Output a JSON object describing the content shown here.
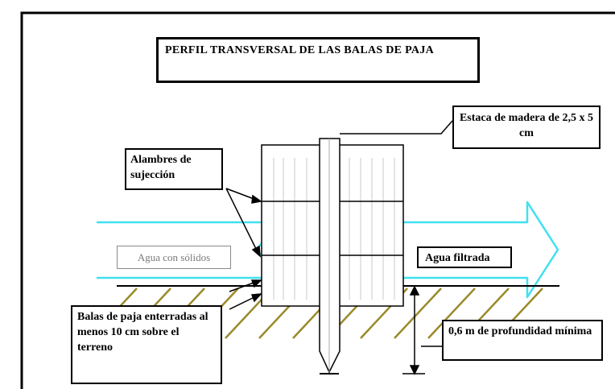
{
  "title": "PERFIL TRANSVERSAL DE LAS BALAS DE PAJA",
  "labels": {
    "stake": "Estaca de madera de 2,5 x 5 cm",
    "wires": "Alambres de sujección",
    "inflow": "Agua con sólidos",
    "outflow": "Agua filtrada",
    "bales": "Balas de paja enterradas al menos 10 cm sobre el terreno",
    "depth": "0,6 m de profundidad mínima"
  },
  "colors": {
    "water_arrow": "#40e0f0",
    "ground_hatch": "#9a8a2a",
    "lines": "#000000",
    "bale_lines": "#c8c8c8"
  }
}
